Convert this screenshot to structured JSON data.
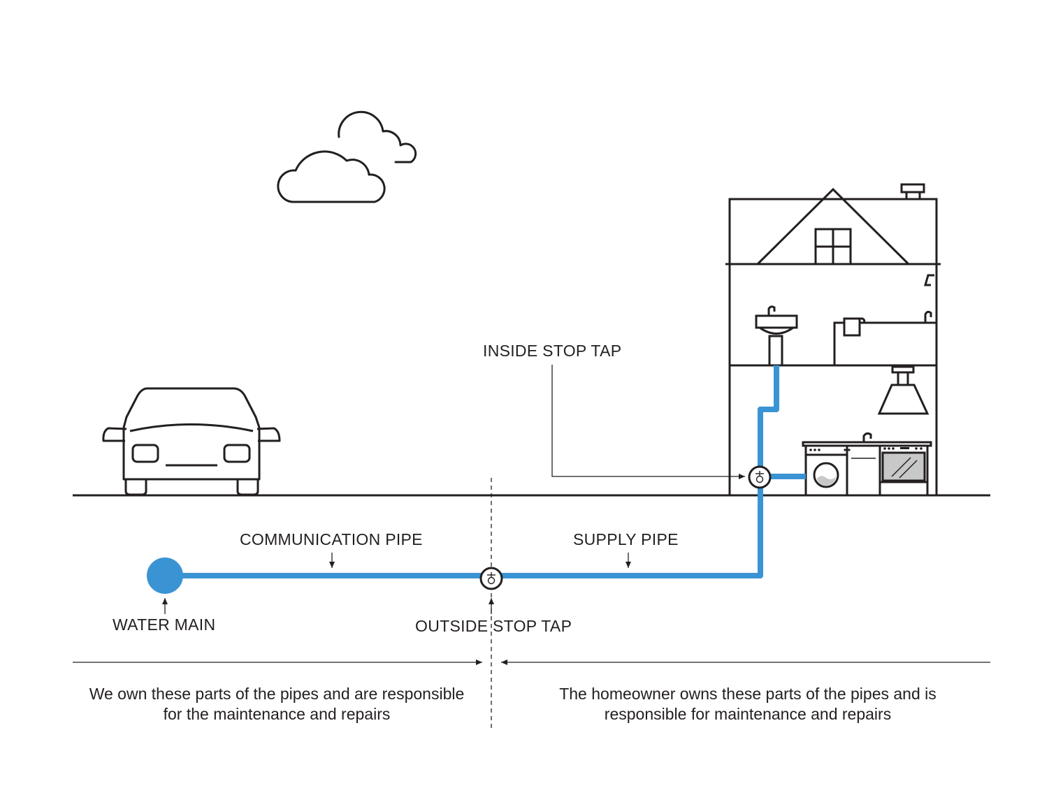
{
  "labels": {
    "inside_stop_tap": "INSIDE STOP TAP",
    "communication_pipe": "COMMUNICATION PIPE",
    "supply_pipe": "SUPPLY PIPE",
    "water_main": "WATER MAIN",
    "outside_stop_tap": "OUTSIDE STOP TAP"
  },
  "notes": {
    "left_line1": "We own these parts of the pipes and are responsible",
    "left_line2": "for the maintenance and repairs",
    "right_line1": "The homeowner owns these parts of the pipes and is",
    "right_line2": "responsible for maintenance and repairs"
  },
  "colors": {
    "pipe": "#3a93d3",
    "line": "#231f20",
    "appliance_glass": "#c8c8c8"
  },
  "icons": [
    "cloud-icon",
    "car-icon",
    "house-icon",
    "stop-tap-icon"
  ]
}
